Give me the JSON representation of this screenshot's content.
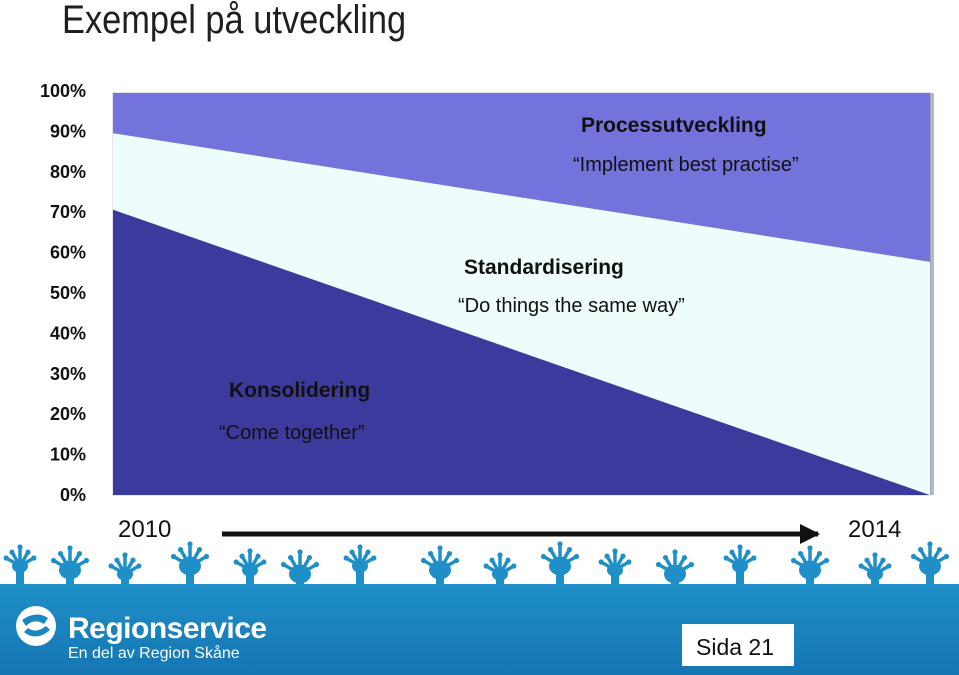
{
  "slide": {
    "title": "Exempel på utveckling",
    "page_label": "Sida 21"
  },
  "brand": {
    "name": "Regionservice",
    "tagline": "En del av Region Skåne",
    "footer_color": "#1a86c2",
    "hand_color": "#1f8fc8"
  },
  "chart_data": {
    "type": "area",
    "x": [
      2010,
      2014
    ],
    "x_tick_labels": [
      "2010",
      "2014"
    ],
    "ylim": [
      0,
      100
    ],
    "y_tick_labels": [
      "100%",
      "90%",
      "80%",
      "70%",
      "60%",
      "50%",
      "40%",
      "30%",
      "20%",
      "10%",
      "0%"
    ],
    "grid": false,
    "stacked": true,
    "series": [
      {
        "name": "Konsolidering",
        "subtitle": "Come together",
        "values": [
          71,
          0
        ],
        "color": "#3d3a9e"
      },
      {
        "name": "Standardisering",
        "subtitle": "Do things the same way",
        "values": [
          19,
          58
        ],
        "color": "#eefcfc"
      },
      {
        "name": "Processutveckling",
        "subtitle": "Implement best practise",
        "values": [
          10,
          42
        ],
        "color": "#7473dc"
      }
    ],
    "arrow": {
      "from": "2010",
      "to": "2014"
    }
  }
}
